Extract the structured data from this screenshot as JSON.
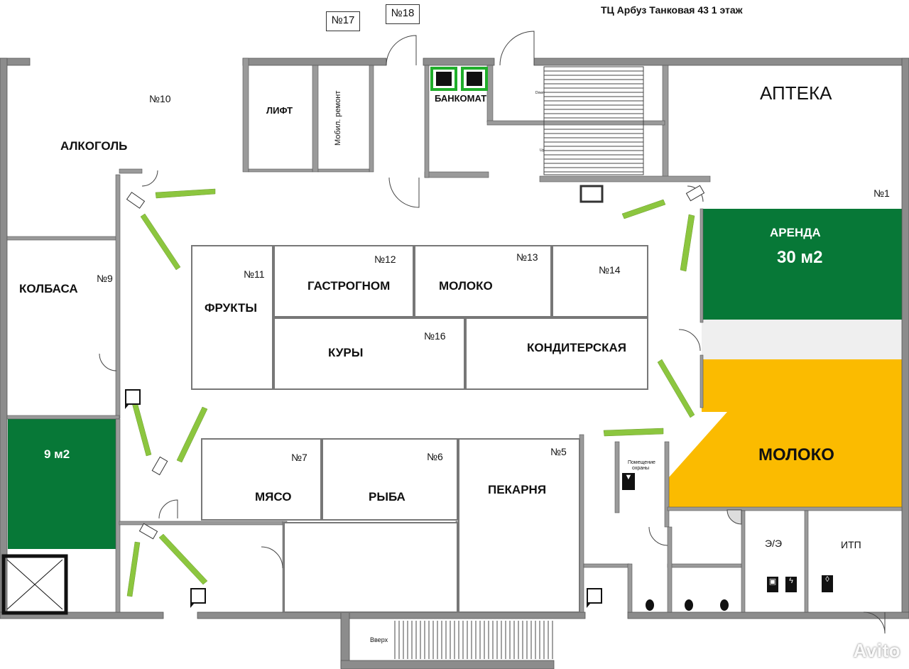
{
  "title": "ТЦ Арбуз Танковая 43 1 этаж",
  "colors": {
    "green": "#077837",
    "yellow": "#fbbb00",
    "lightgreen": "#8cc63f",
    "wall": "#8c8c8c",
    "atm_green": "#1fae2a"
  },
  "boxes": {
    "n17": "№17",
    "n18": "№18"
  },
  "rooms": {
    "alcohol": "АЛКОГОЛЬ",
    "n10": "№10",
    "lift": "ЛИФТ",
    "repair": "Мобил. ремонт",
    "atm": "БАНКОМАТ",
    "pharmacy": "АПТЕКА",
    "n1": "№1",
    "rent_label": "АРЕНДА",
    "rent_area": "30 м2",
    "milk_big": "МОЛОКО",
    "sausage": "КОЛБАСА",
    "n9": "№9",
    "small_area": "9 м2",
    "fruits": "ФРУКТЫ",
    "n11": "№11",
    "gastronom": "ГАСТРОГНОМ",
    "n12": "№12",
    "milk": "МОЛОКО",
    "n13": "№13",
    "n14": "№14",
    "chicken": "КУРЫ",
    "n16": "№16",
    "confectionery": "КОНДИТЕРСКАЯ",
    "meat": "МЯСО",
    "n7": "№7",
    "fish": "РЫБА",
    "n6": "№6",
    "bakery": "ПЕКАРНЯ",
    "n5": "№5",
    "security_1": "Помещение",
    "security_2": "охраны",
    "electric": "Э/Э",
    "itp": "ИТП",
    "up": "Вверх",
    "stairs_down": "Down",
    "stairs_up": "Up"
  },
  "watermark": "Avito"
}
